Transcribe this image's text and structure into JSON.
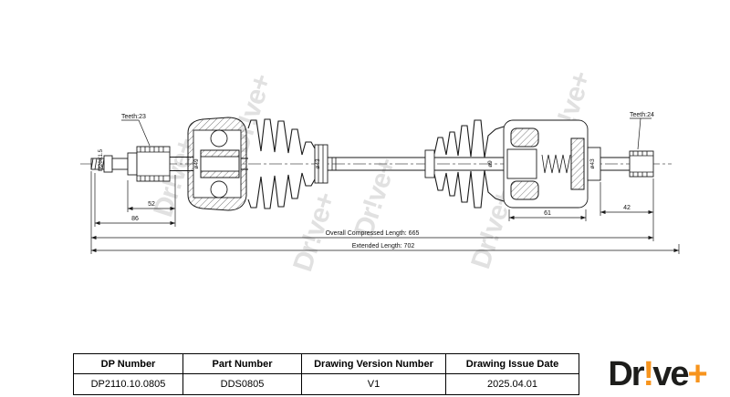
{
  "drawing": {
    "watermark_text": "Dr!ve+",
    "labels": {
      "thread": "M20X1.5",
      "teeth_left": "Teeth:23",
      "teeth_right": "Teeth:24",
      "dia_left_joint": "ø49",
      "dia_left_shaft": "ø43",
      "dia_right_boot": "ø9",
      "dia_right_shaft": "ø43"
    },
    "dimensions": {
      "spline_left": "52",
      "end_left": "86",
      "joint_right": "61",
      "spline_right": "42",
      "overall": "Overall Compressed Length: 665",
      "extended": "Extended Length: 702"
    }
  },
  "table": {
    "headers": [
      "DP Number",
      "Part Number",
      "Drawing Version Number",
      "Drawing Issue Date"
    ],
    "row": [
      "DP2110.10.0805",
      "DDS0805",
      "V1",
      "2025.04.01"
    ]
  },
  "logo": {
    "part1": "Dr",
    "bang": "!",
    "part2": "ve",
    "plus": "+",
    "accent_color": "#F7941D",
    "ink_color": "#1d1d1b"
  }
}
